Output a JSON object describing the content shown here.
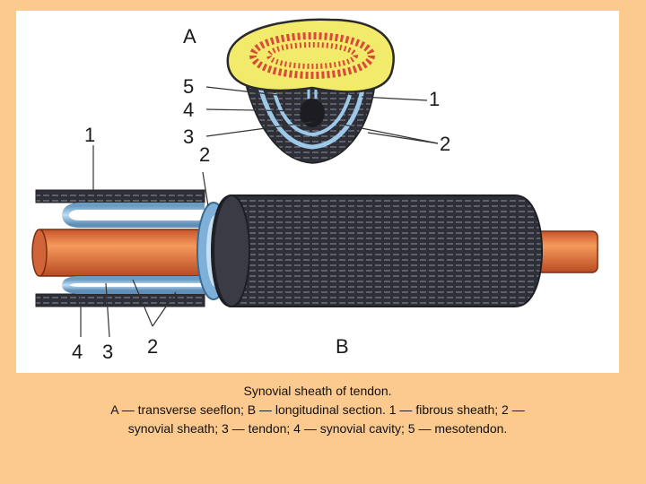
{
  "figure": {
    "labels": {
      "top_A": "A",
      "top_5": "5",
      "top_4": "4",
      "top_3": "3",
      "top_1": "1",
      "top_2": "2",
      "long_1": "1",
      "long_2_upper": "2",
      "long_4": "4",
      "long_3": "3",
      "long_2_lower": "2",
      "long_B": "B"
    }
  },
  "caption": {
    "title": "Synovial sheath of tendon.",
    "line2": "A — transverse seeflon; B — longitudinal section. 1 — fibrous sheath; 2 —",
    "line3": "synovial sheath; 3 — tendon; 4 — synovial cavity; 5 — mesotendon."
  },
  "colors": {
    "page_background": "#fcc98e",
    "tendon": "#e8703a",
    "synovial": "#9ec8e8",
    "fibrous_sheath": "#3a3a44",
    "cross_section_fill": "#f2ea6a"
  }
}
